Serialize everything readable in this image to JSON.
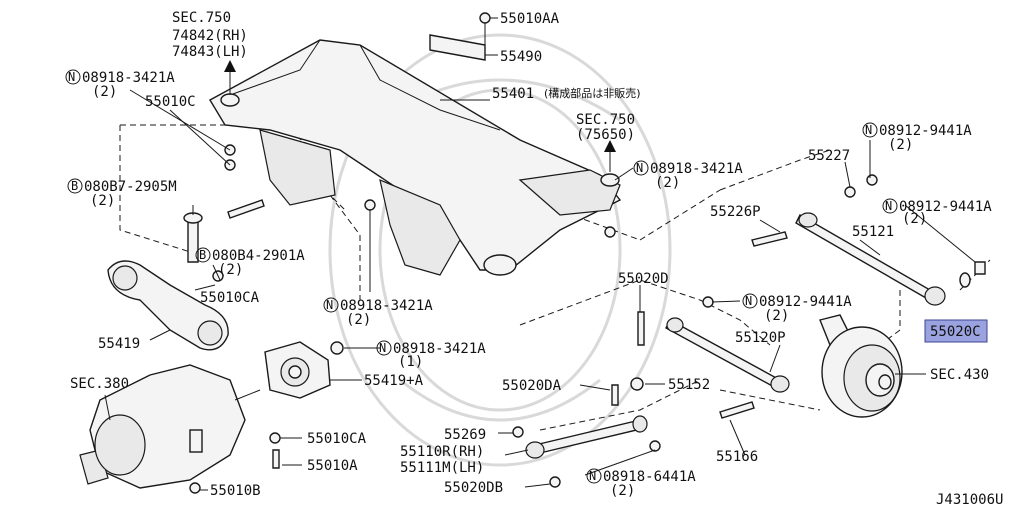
{
  "labels": {
    "sec750_a": "SEC.750",
    "sec750_a_rh": "74842(RH)",
    "sec750_a_lh": "74843(LH)",
    "p55010AA": "55010AA",
    "p55490": "55490",
    "n08918_3421A_1": "08918-3421A",
    "n08918_3421A_1_qty": "(2)",
    "p55010C": "55010C",
    "p55401": "55401",
    "p55401_note": "(構成部品は非販売)",
    "sec750_b": "SEC.750",
    "sec750_b_ref": "(75650)",
    "n08912_9441A_1": "08912-9441A",
    "n08912_9441A_1_qty": "(2)",
    "b080B7_2905M": "080B7-2905M",
    "b080B7_2905M_qty": "(2)",
    "n08918_3421A_2": "08918-3421A",
    "n08918_3421A_2_qty": "(2)",
    "p55227": "55227",
    "n08912_9441A_2": "08912-9441A",
    "n08912_9441A_2_qty": "(2)",
    "p55226P": "55226P",
    "p55121": "55121",
    "b080B4_2901A": "080B4-2901A",
    "b080B4_2901A_qty": "(2)",
    "p55010CA_1": "55010CA",
    "p55419": "55419",
    "p55020D": "55020D",
    "n08918_3421A_3": "08918-3421A",
    "n08918_3421A_3_qty": "(2)",
    "n08912_9441A_3": "08912-9441A",
    "n08912_9441A_3_qty": "(2)",
    "p55020C": "55020C",
    "p55120P": "55120P",
    "n08918_3421A_4": "08918-3421A",
    "n08918_3421A_4_qty": "(1)",
    "sec380": "SEC.380",
    "p55419A": "55419+A",
    "sec430": "SEC.430",
    "p55020DA": "55020DA",
    "p55152": "55152",
    "p55010CA_2": "55010CA",
    "p55269": "55269",
    "p55110R": "55110R(RH)",
    "p55111M": "55111M(LH)",
    "p55166": "55166",
    "p55010A": "55010A",
    "n08918_6441A": "08918-6441A",
    "n08918_6441A_qty": "(2)",
    "p55020DB": "55020DB",
    "p55010B": "55010B",
    "diagram_id": "J431006U"
  },
  "prefix": {
    "N": "N",
    "B": "B"
  },
  "colors": {
    "highlight": "#9aa3df",
    "line": "#1a1a1a",
    "background": "#ffffff"
  }
}
